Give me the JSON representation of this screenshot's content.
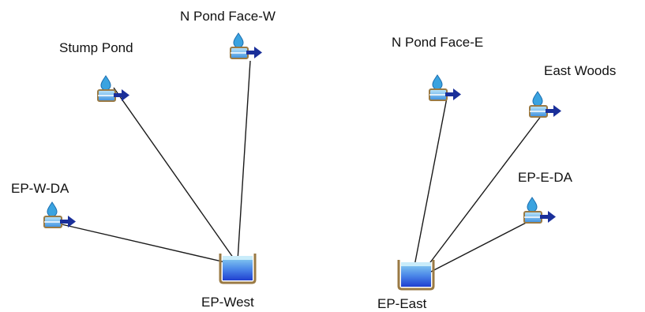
{
  "colors": {
    "background": "#ffffff",
    "link": "#1a1a1a",
    "label": "#111111",
    "drop": "#3aa3e0",
    "arrow": "#1a2f9a",
    "basin_wall": "#9a7a44",
    "water_dark": "#1f3fd0",
    "water_light": "#8fd6f2"
  },
  "nodes": [
    {
      "id": "stump-pond",
      "label": "Stump Pond",
      "icon": "subbasin-runoff-icon"
    },
    {
      "id": "n-pond-face-w",
      "label": "N Pond Face-W",
      "icon": "subbasin-runoff-icon"
    },
    {
      "id": "ep-w-da",
      "label": "EP-W-DA",
      "icon": "subbasin-runoff-icon"
    },
    {
      "id": "ep-west",
      "label": "EP-West",
      "icon": "detention-pond-icon"
    },
    {
      "id": "n-pond-face-e",
      "label": "N Pond Face-E",
      "icon": "subbasin-runoff-icon"
    },
    {
      "id": "east-woods",
      "label": "East Woods",
      "icon": "subbasin-runoff-icon"
    },
    {
      "id": "ep-e-da",
      "label": "EP-E-DA",
      "icon": "subbasin-runoff-icon"
    },
    {
      "id": "ep-east",
      "label": "EP-East",
      "icon": "detention-pond-icon"
    }
  ],
  "links": [
    {
      "from": "stump-pond",
      "to": "ep-west"
    },
    {
      "from": "n-pond-face-w",
      "to": "ep-west"
    },
    {
      "from": "ep-w-da",
      "to": "ep-west"
    },
    {
      "from": "n-pond-face-e",
      "to": "ep-east"
    },
    {
      "from": "east-woods",
      "to": "ep-east"
    },
    {
      "from": "ep-e-da",
      "to": "ep-east"
    }
  ]
}
